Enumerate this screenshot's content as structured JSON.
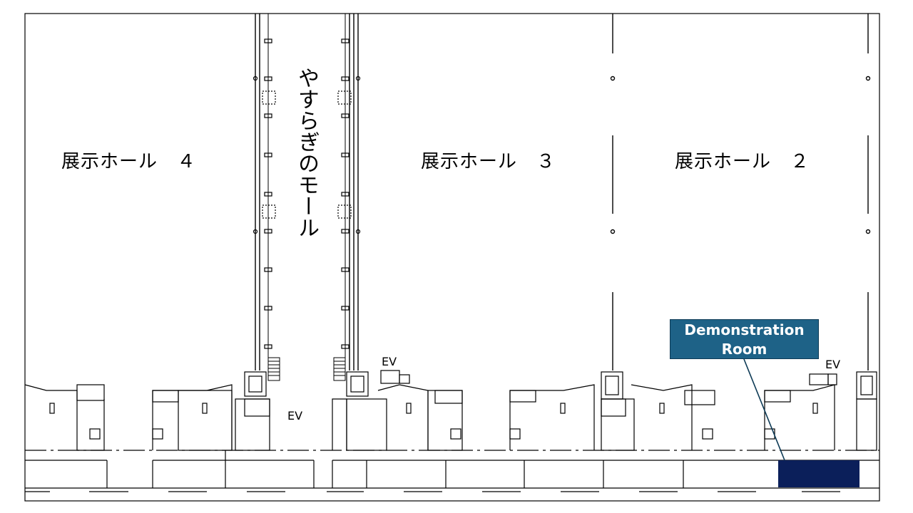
{
  "halls": {
    "hall4": "展示ホール　４",
    "hall3": "展示ホール　３",
    "hall2": "展示ホール　２"
  },
  "mall": "やすらぎのモール",
  "elevator_labels": [
    "EV",
    "EV",
    "EV"
  ],
  "callout": {
    "line1": "Demonstration",
    "line2": "Room"
  },
  "colors": {
    "callout_bg": "#1e6287",
    "room_fill": "#0b1f5a",
    "line": "#000000"
  }
}
